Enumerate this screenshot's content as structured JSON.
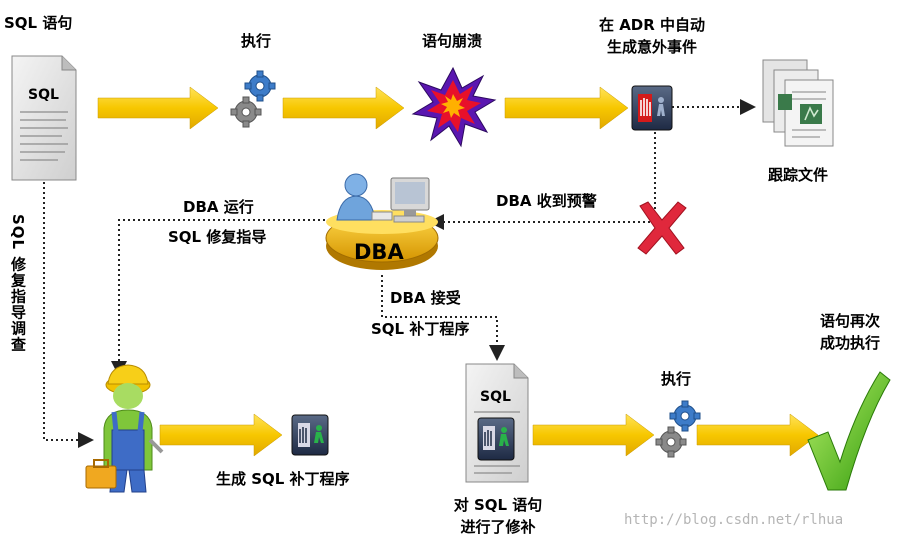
{
  "labels": {
    "sql_statement": "SQL 语句",
    "execute_1": "执行",
    "statement_crash": "语句崩溃",
    "adr_line1": "在 ADR 中自动",
    "adr_line2": "生成意外事件",
    "trace_files": "跟踪文件",
    "dba_alert": "DBA 收到预警",
    "dba_runs_line1": "DBA 运行",
    "dba_runs_line2": "SQL 修复指导",
    "dba_badge": "DBA",
    "dba_accept_line1": "DBA 接受",
    "dba_accept_line2": "SQL 补丁程序",
    "repair_advisor_vertical": "SQL 修复指导调查",
    "generate_patch": "生成 SQL 补丁程序",
    "patched_line1": "对 SQL 语句",
    "patched_line2": "进行了修补",
    "execute_2": "执行",
    "success_line1": "语句再次",
    "success_line2": "成功执行",
    "doc_sql_1": "SQL",
    "doc_sql_2": "SQL"
  },
  "watermark": "http://blog.csdn.net/rlhua",
  "colors": {
    "arrow_yellow": "#f5c400",
    "crash_red": "#e8102a",
    "crash_purple": "#5a16b0",
    "check_green": "#5cc21a",
    "dba_gold": "#f0b400",
    "x_red": "#e0283c"
  }
}
